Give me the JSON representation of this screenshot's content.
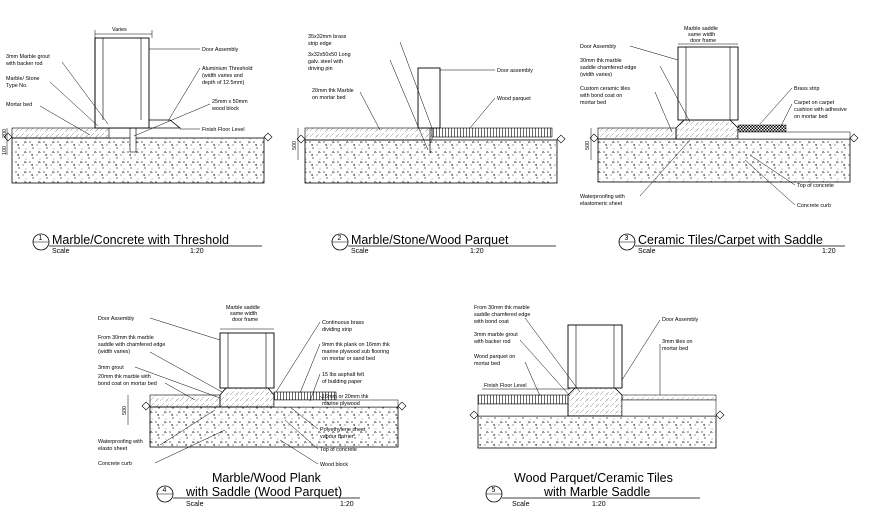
{
  "details": [
    {
      "num": "1",
      "title": "Marble/Concrete with Threshold",
      "scale_label": "Scale",
      "scale_value": "1:20",
      "dims": [
        "Varies",
        "100",
        "200"
      ],
      "labels": [
        "3mm Marble grout",
        "with backer rod",
        "Marble/ Stone",
        "Type No.",
        "Mortar bed",
        "Door Assembly",
        "Aluminium Threshold",
        "(width varies and",
        "depth of 12.5mm)",
        "25mm x 50mm",
        "wood block",
        "Finish Floor Level"
      ]
    },
    {
      "num": "2",
      "title": "Marble/Stone/Wood Parquet",
      "scale_label": "Scale",
      "scale_value": "1:20",
      "dims": [
        "500"
      ],
      "labels": [
        "35x32mm brass",
        "strip edge",
        "3x32x50x50 Long",
        "galv. steel with",
        "driving pin",
        "Door assembly",
        "Wood parquet",
        "20mm thk Marble",
        "on mortar bed"
      ]
    },
    {
      "num": "3",
      "title": "Ceramic Tiles/Carpet with Saddle",
      "scale_label": "Scale",
      "scale_value": "1:20",
      "dims": [
        "Marble saddle",
        "same width",
        "door frame",
        "500"
      ],
      "labels": [
        "Door Assembly",
        "30mm thk marble",
        "saddle chamfered edge",
        "(width varies)",
        "Custom ceramic tiles",
        "with bond coat on",
        "mortar bed",
        "Brass strip",
        "Carpet on carpet",
        "cushion with adhesive",
        "on mortar bed",
        "Waterproofing with",
        "elastomeric sheet",
        "Top of concrete",
        "Concrete curb"
      ]
    },
    {
      "num": "4",
      "title": "Marble/Wood Plank",
      "title2": "with Saddle (Wood Parquet)",
      "scale_label": "Scale",
      "scale_value": "1:20",
      "dims": [
        "Marble saddle",
        "same width",
        "door frame",
        "500"
      ],
      "labels": [
        "Door Assembly",
        "From 30mm thk marble",
        "saddle with chamfered edge",
        "(width varies)",
        "3mm grout",
        "20mm thk marble with",
        "bond coat on mortar bed",
        "Waterproofing with",
        "elasto sheet",
        "Concrete curb",
        "Continuous brass",
        "dividing strip",
        "9mm thk plank on 16mm thk",
        "marine plywood sub flooring",
        "on mortar or sand bed",
        "15 lbs asphalt felt",
        "of building paper",
        "16mm or 20mm thk",
        "marine plywood",
        "Polyethylene sheet",
        "vapour barrier",
        "Top of concrete",
        "Wood block"
      ]
    },
    {
      "num": "5",
      "title": "Wood Parquet/Ceramic Tiles",
      "title2": "with Marble Saddle",
      "scale_label": "Scale",
      "scale_value": "1:20",
      "dims": [],
      "labels": [
        "From 30mm thk marble",
        "saddle chamfered edge",
        "with bond coat",
        "3mm marble grout",
        "with backer rod",
        "Wood parquet on",
        "mortar bed",
        "Finish Floor Level",
        "Door Assembly",
        "3mm tiles on",
        "mortar bed"
      ]
    }
  ]
}
